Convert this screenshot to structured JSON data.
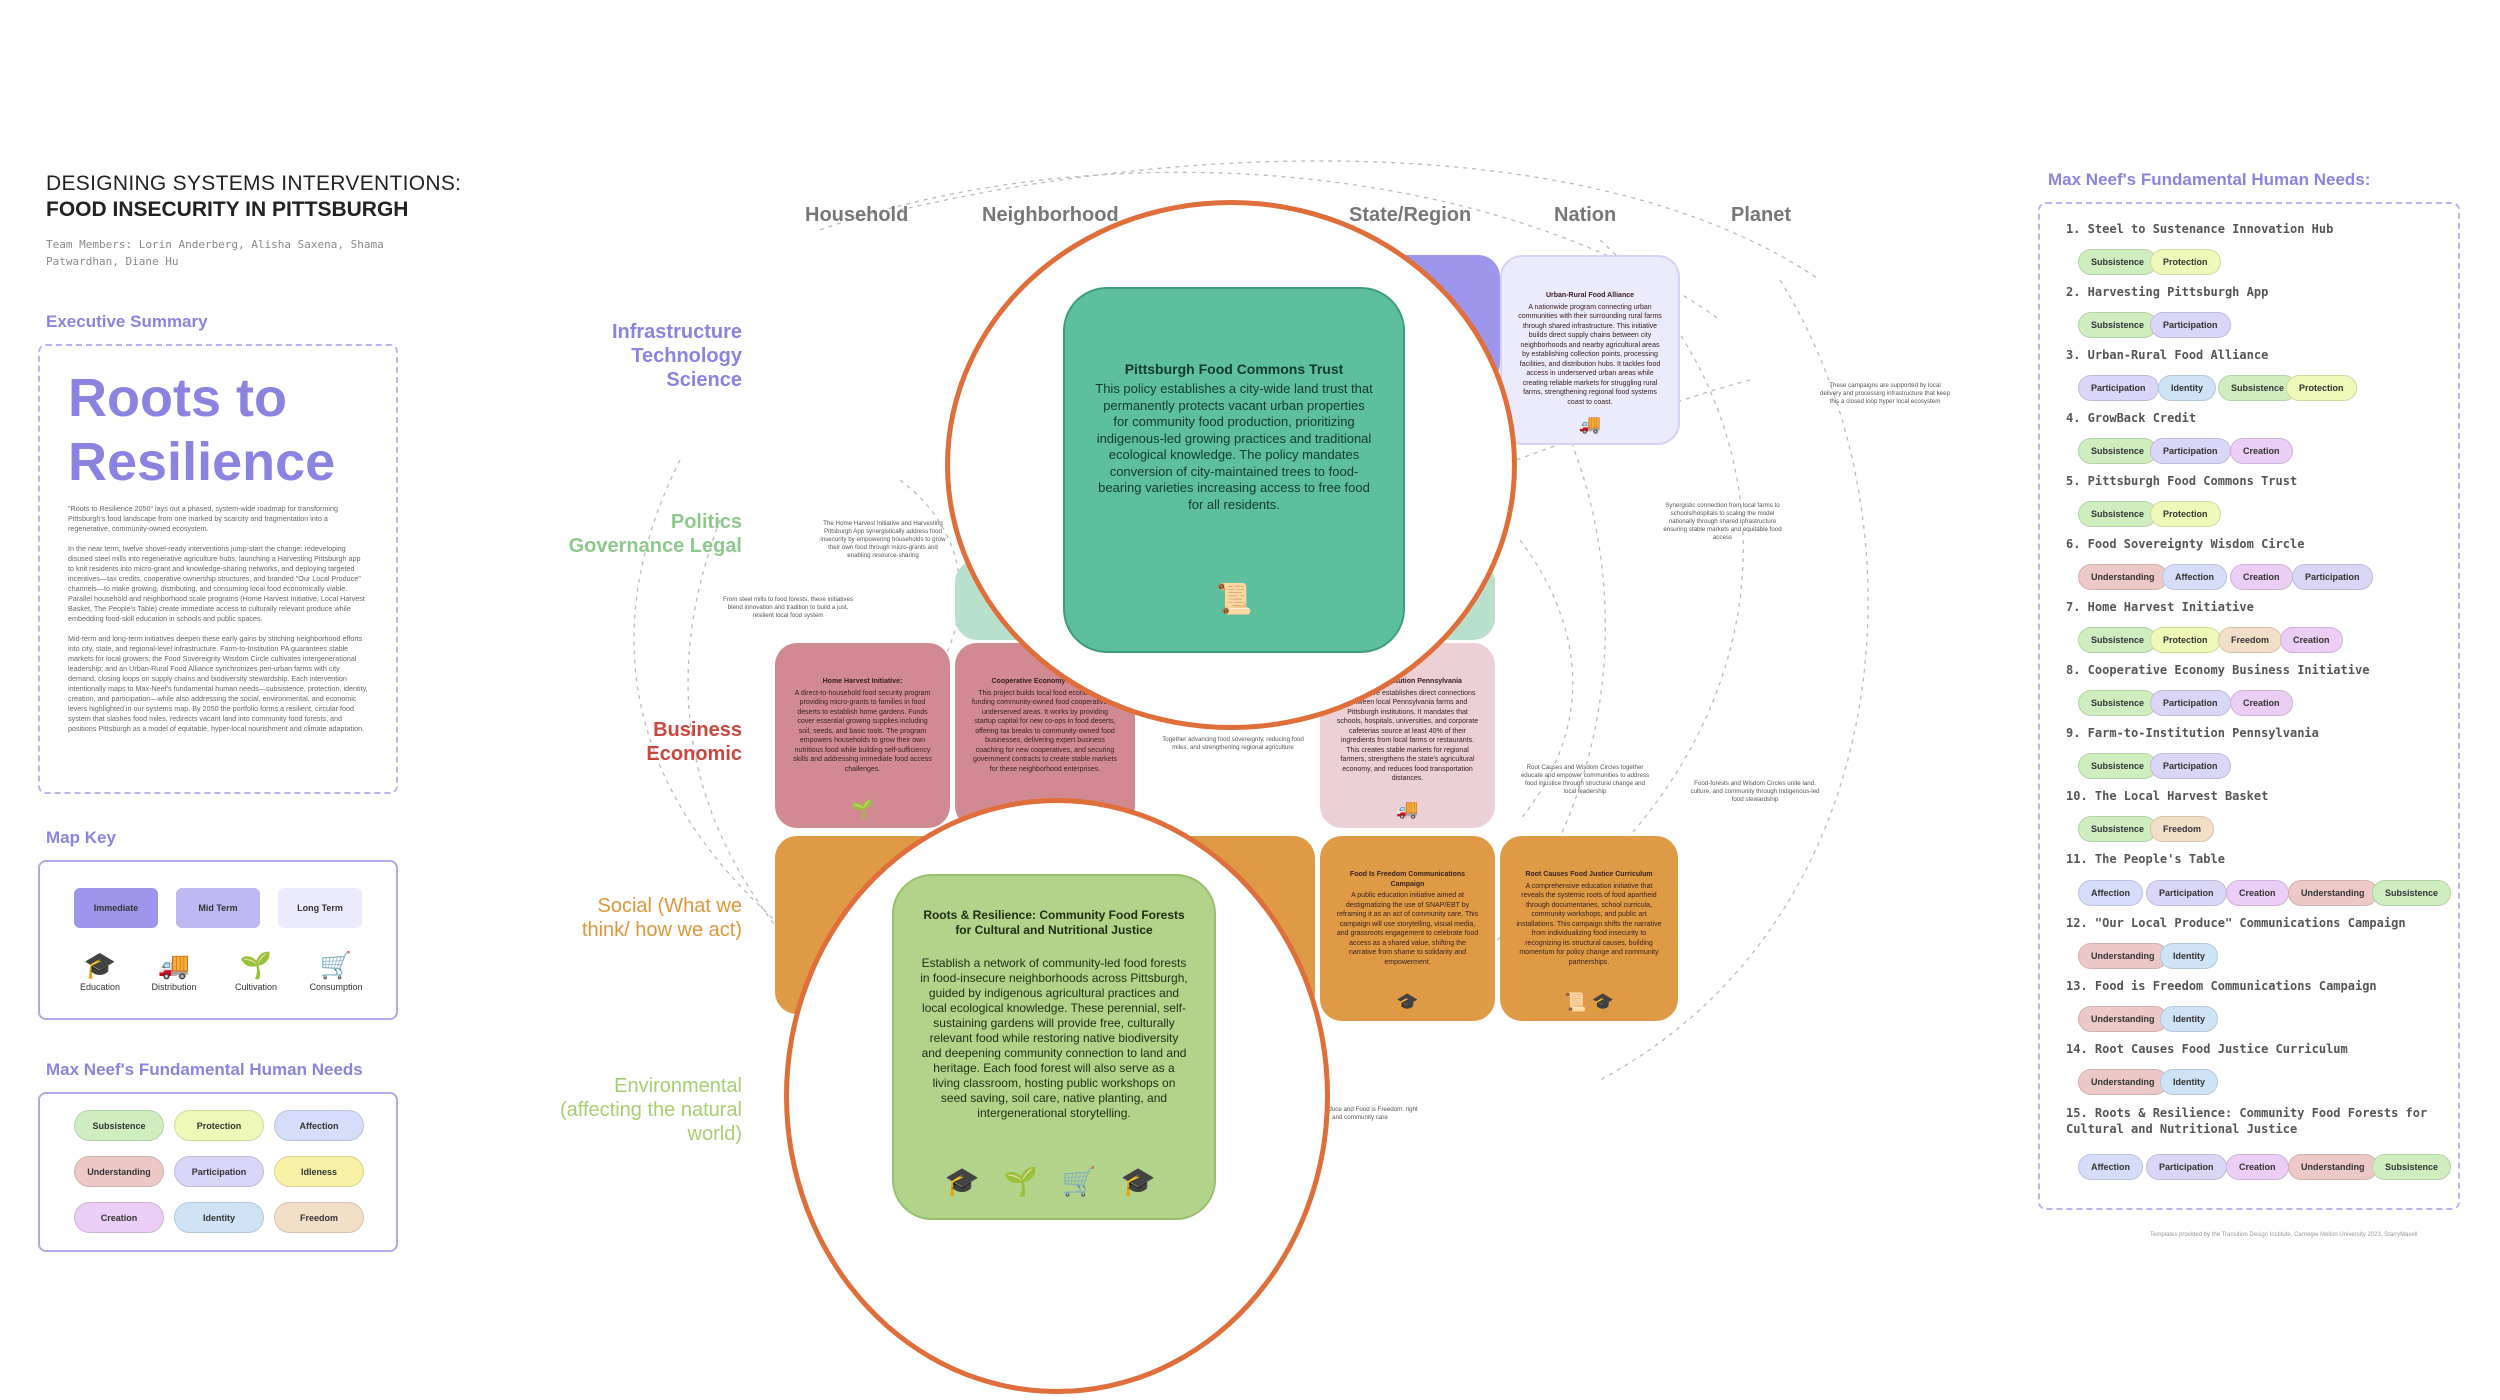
{
  "header": {
    "title_line1": "DESIGNING SYSTEMS INTERVENTIONS:",
    "title_line2": "FOOD INSECURITY IN PITTSBURGH",
    "team": "Team Members: Lorin Anderberg, Alisha Saxena, Shama Patwardhan, Diane Hu"
  },
  "executive_summary": {
    "heading": "Executive Summary",
    "title": "Roots to Resilience",
    "paragraphs": [
      "\"Roots to Resilience 2050\" lays out a phased, system-wide roadmap for transforming Pittsburgh's food landscape from one marked by scarcity and fragmentation into a regenerative, community-owned ecosystem.",
      "In the near term, twelve shovel-ready interventions jump-start the change: redeveloping disused steel mills into regenerative agriculture hubs, launching a Harvesting Pittsburgh app to knit residents into micro-grant and knowledge-sharing networks, and deploying targeted incentives—tax credits, cooperative ownership structures, and branded \"Our Local Produce\" channels—to make growing, distributing, and consuming local food economically viable. Parallel household and neighborhood scale programs (Home Harvest Initiative, Local Harvest Basket, The People's Table) create immediate access to culturally relevant produce while embedding food-skill education in schools and public spaces.",
      "Mid-term and long-term initiatives deepen these early gains by stitching neighborhood efforts into city, state, and regional-level infrastructure. Farm-to-Institution PA guarantees stable markets for local growers; the Food Sovereignty Wisdom Circle cultivates intergenerational leadership; and an Urban-Rural Food Alliance synchronizes peri-urban farms with city demand, closing loops on supply chains and biodiversity stewardship. Each intervention intentionally maps to Max-Neef's fundamental human needs—subsistence, protection, identity, creation, and participation—while also addressing the social, environmental, and economic levers highlighted in our systems map. By 2050 the portfolio forms a resilient, circular food system that slashes food miles, redirects vacant land into community food forests, and positions Pittsburgh as a model of equitable, hyper-local nourishment and climate adaptation."
    ]
  },
  "map_key": {
    "heading": "Map Key",
    "terms": [
      {
        "label": "Immediate",
        "color": "#9c97ec"
      },
      {
        "label": "Mid Term",
        "color": "#bdb9f2"
      },
      {
        "label": "Long Term",
        "color": "#ecebfc"
      }
    ],
    "icons": [
      {
        "icon": "graduation-cap-icon",
        "glyph": "🎓",
        "label": "Education"
      },
      {
        "icon": "truck-icon",
        "glyph": "🚚",
        "label": "Distribution"
      },
      {
        "icon": "sprout-icon",
        "glyph": "🌱",
        "label": "Cultivation"
      },
      {
        "icon": "cart-icon",
        "glyph": "🛒",
        "label": "Consumption"
      }
    ]
  },
  "needs_legend": {
    "heading": "Max Neef's Fundamental Human Needs",
    "items": [
      {
        "label": "Subsistence",
        "color": "#cfeec0"
      },
      {
        "label": "Protection",
        "color": "#eef8b9"
      },
      {
        "label": "Affection",
        "color": "#d6ddfa"
      },
      {
        "label": "Understanding",
        "color": "#ecc9c7"
      },
      {
        "label": "Participation",
        "color": "#d9d6f7"
      },
      {
        "label": "Idleness",
        "color": "#f7f1a6"
      },
      {
        "label": "Creation",
        "color": "#ebcdf5"
      },
      {
        "label": "Identity",
        "color": "#cfe3f7"
      },
      {
        "label": "Freedom",
        "color": "#f3dfc8"
      }
    ]
  },
  "map": {
    "columns": [
      "Household",
      "Neighborhood",
      "State/Region",
      "Nation",
      "Planet"
    ],
    "rows": [
      {
        "label": "Infrastructure Technology Science",
        "color": "#8884e0"
      },
      {
        "label": "Politics Governance Legal",
        "color": "#8fc88f"
      },
      {
        "label": "Business Economic",
        "color": "#c9473f"
      },
      {
        "label": "Social (What we think/ how we act)",
        "color": "#e0963a"
      },
      {
        "label": "Environmental (affecting the natural world)",
        "color": "#a6cf70"
      }
    ],
    "cards": [
      {
        "title": "Urban-Rural Food Alliance",
        "body": "A nationwide program connecting urban communities with their surrounding rural farms through shared infrastructure. This initiative builds direct supply chains between city neighborhoods and nearby agricultural areas by establishing collection points, processing facilities, and distribution hubs. It tackles food access in underserved urban areas while creating reliable markets for struggling rural farms, strengthening regional food systems coast to coast.",
        "icon": "🚚"
      },
      {
        "title": "Home Harvest Initiative:",
        "body": "A direct-to-household food security program providing micro-grants to families in food deserts to establish home gardens. Funds cover essential growing supplies including soil, seeds, and basic tools. The program empowers households to grow their own nutritious food while building self-sufficiency skills and addressing immediate food access challenges.",
        "icon": "🌱"
      },
      {
        "title": "Cooperative Economy Business",
        "body": "This project builds local food economies by funding community-owned food cooperatives in underserved areas. It works by providing startup capital for new co-ops in food deserts, offering tax breaks to community-owned food businesses, delivering expert business coaching for new cooperatives, and securing government contracts to create stable markets for these neighborhood enterprises.",
        "icon": ""
      },
      {
        "title": "Farm-to-Institution Pennsylvania",
        "body": "This initiative establishes direct connections between local Pennsylvania farms and Pittsburgh institutions. It mandates that schools, hospitals, universities, and corporate cafeterias source at least 40% of their ingredients from local farms or restaurants. This creates stable markets for regional farmers, strengthens the state's agricultural economy, and reduces food transportation distances.",
        "icon": "🚚"
      },
      {
        "title": "Food Is Freedom Communications Campaign",
        "body": "A public education initiative aimed at destigmatizing the use of SNAP/EBT by reframing it as an act of community care. This campaign will use storytelling, visual media, and grassroots engagement to celebrate food access as a shared value, shifting the narrative from shame to solidarity and empowerment.",
        "icon": "🎓"
      },
      {
        "title": "Root Causes Food Justice Curriculum",
        "body": "A comprehensive education initiative that reveals the systemic roots of food apartheid through documentaries, school curricula, community workshops, and public art installations. This campaign shifts the narrative from individualizing food insecurity to recognizing its structural causes, building momentum for policy change and community partnerships.",
        "icon": "📜 🎓"
      }
    ],
    "notes": [
      "From steel mills to food forests, these initiatives blend innovation and tradition to build a just, resilient local food system",
      "The Home Harvest Initiative and Harvesting Pittsburgh App synergistically address food insecurity by empowering households to grow their own food through micro-grants and enabling resource-sharing",
      "These campaigns are supported by local delivery and processing infrastructure that keep this a closed loop hyper local ecosystem",
      "Synergistic connection from local farms to schools/hospitals to scaling the model nationally through shared infrastructure ensuring stable markets and equitable food access",
      "Together advancing food sovereignty, reducing food miles, and strengthening regional agriculture",
      "Root Causes and Wisdom Circles together educate and empower communities to address food injustice through structural change and local leadership",
      "Food-forests and Wisdom Circles unite land, culture, and community through Indigenous-led food stewardship",
      "Local Produce and Food is Freedom: right and community care"
    ]
  },
  "zoom_top": {
    "title": "Pittsburgh Food Commons Trust",
    "body": "This policy establishes a city-wide land trust that permanently protects vacant urban properties for community food production, prioritizing indigenous-led growing practices and traditional ecological knowledge. The policy mandates conversion of city-maintained trees to food-bearing varieties increasing access to free food for all residents.",
    "icon": "📜"
  },
  "zoom_bottom": {
    "title": "Roots & Resilience: Community Food Forests for Cultural and Nutritional Justice",
    "body": "Establish a network of community-led food forests in food-insecure neighborhoods across Pittsburgh, guided by indigenous agricultural practices and local ecological knowledge. These perennial, self-sustaining gardens will provide free, culturally relevant food while restoring native biodiversity and deepening community connection to land and heritage. Each food forest will also serve as a living classroom, hosting public workshops on seed saving, soil care, native planting, and intergenerational storytelling.",
    "icons": "🎓 🌱 🛒 🎓"
  },
  "needs_list": {
    "heading": "Max Neef's Fundamental Human Needs:",
    "items": [
      {
        "label": "1. Steel to Sustenance Innovation Hub",
        "needs": [
          "Subsistence",
          "Protection"
        ]
      },
      {
        "label": "2. Harvesting Pittsburgh App",
        "needs": [
          "Subsistence",
          "Participation"
        ]
      },
      {
        "label": "3. Urban-Rural Food Alliance",
        "needs": [
          "Participation",
          "Identity",
          "Subsistence",
          "Protection"
        ]
      },
      {
        "label": "4. GrowBack Credit",
        "needs": [
          "Subsistence",
          "Participation",
          "Creation"
        ]
      },
      {
        "label": "5. Pittsburgh Food Commons Trust",
        "needs": [
          "Subsistence",
          "Protection"
        ]
      },
      {
        "label": "6. Food Sovereignty Wisdom Circle",
        "needs": [
          "Understanding",
          "Affection",
          "Creation",
          "Participation"
        ]
      },
      {
        "label": "7. Home Harvest Initiative",
        "needs": [
          "Subsistence",
          "Protection",
          "Freedom",
          "Creation"
        ]
      },
      {
        "label": "8. Cooperative Economy Business Initiative",
        "needs": [
          "Subsistence",
          "Participation",
          "Creation"
        ]
      },
      {
        "label": "9. Farm-to-Institution Pennsylvania",
        "needs": [
          "Subsistence",
          "Participation"
        ]
      },
      {
        "label": "10. The Local Harvest Basket",
        "needs": [
          "Subsistence",
          "Freedom"
        ]
      },
      {
        "label": "11. The People's Table",
        "needs": [
          "Affection",
          "Participation",
          "Creation",
          "Understanding",
          "Subsistence"
        ]
      },
      {
        "label": "12. \"Our Local Produce\" Communications Campaign",
        "needs": [
          "Understanding",
          "Identity"
        ]
      },
      {
        "label": "13. Food is Freedom Communications Campaign",
        "needs": [
          "Understanding",
          "Identity"
        ]
      },
      {
        "label": "14. Root Causes Food Justice Curriculum",
        "needs": [
          "Understanding",
          "Identity"
        ]
      },
      {
        "label": "15. Roots & Resilience: Community Food Forests for Cultural and Nutritional Justice",
        "needs": [
          "Affection",
          "Participation",
          "Creation",
          "Understanding",
          "Subsistence"
        ]
      }
    ]
  },
  "credit": "Templates provided by the Transition Design Institute, Carnegie Mellon University 2023, StarryMaxell"
}
